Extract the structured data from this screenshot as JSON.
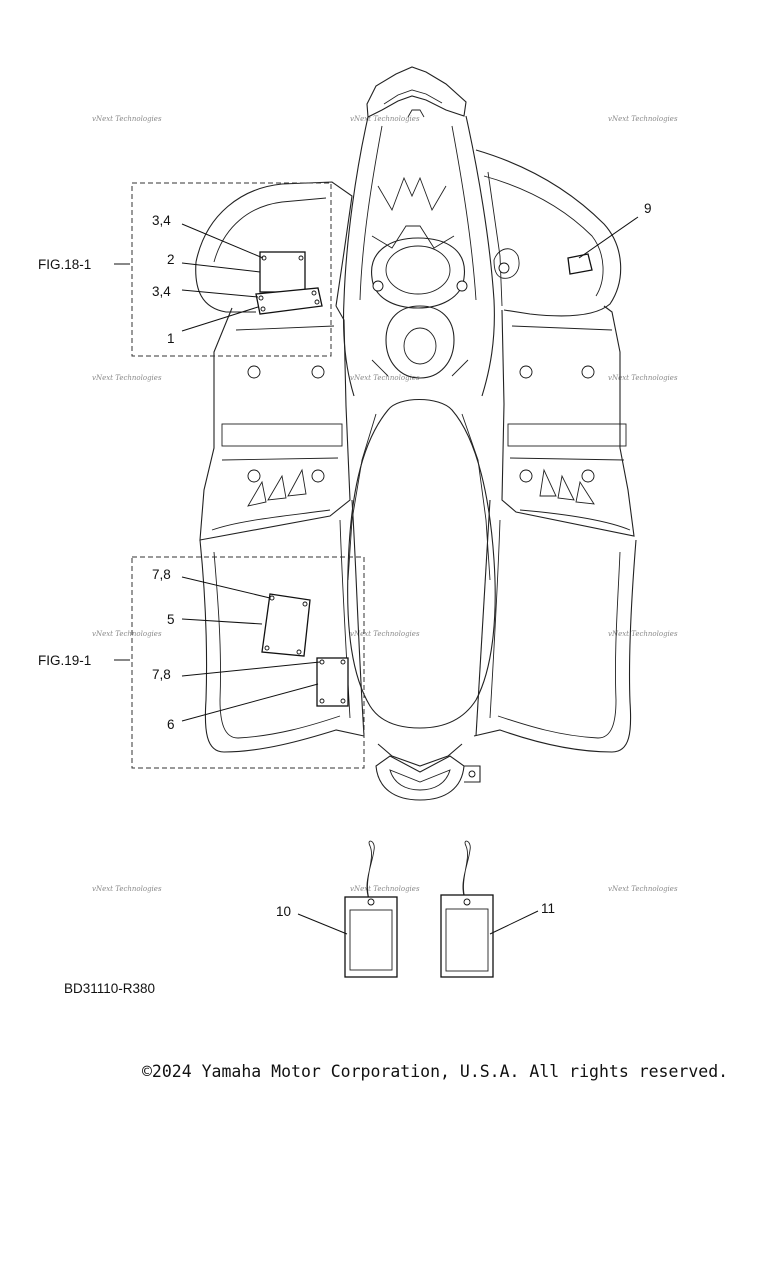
{
  "diagram": {
    "callouts": {
      "c1": "1",
      "c2": "2",
      "c34a": "3,4",
      "c34b": "3,4",
      "c5": "5",
      "c6": "6",
      "c78a": "7,8",
      "c78b": "7,8",
      "c9": "9",
      "c10": "10",
      "c11": "11"
    },
    "fig_refs": {
      "fig18": "FIG.18-1",
      "fig19": "FIG.19-1"
    },
    "diagram_code": "BD31110-R380",
    "watermark_text": "vNext Technologies"
  },
  "footer": {
    "copyright": "©2024 Yamaha Motor Corporation, U.S.A. All rights reserved."
  }
}
